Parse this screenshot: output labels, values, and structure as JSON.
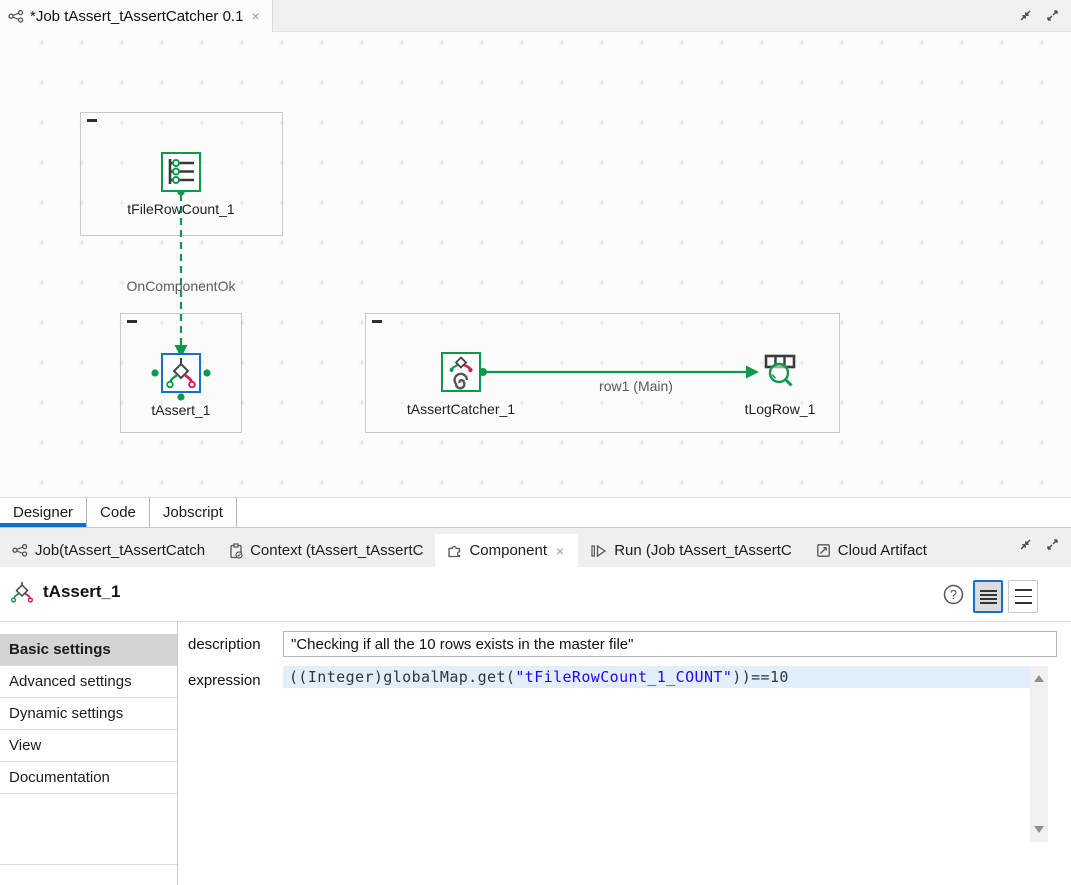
{
  "editor_tab": {
    "title": "*Job tAssert_tAssertCatcher 0.1",
    "close": "×"
  },
  "canvas": {
    "components": [
      {
        "name": "tFileRowCount_1"
      },
      {
        "name": "tAssert_1",
        "selected": true
      },
      {
        "name": "tAssertCatcher_1"
      },
      {
        "name": "tLogRow_1"
      }
    ],
    "connections": [
      {
        "label": "OnComponentOk",
        "type": "trigger",
        "style": "dashed"
      },
      {
        "label": "row1 (Main)",
        "type": "row",
        "style": "solid"
      }
    ]
  },
  "designer_tabs": [
    {
      "label": "Designer",
      "active": true
    },
    {
      "label": "Code",
      "active": false
    },
    {
      "label": "Jobscript",
      "active": false
    }
  ],
  "view_tabs": [
    {
      "label": "Job(tAssert_tAssertCatch",
      "active": false
    },
    {
      "label": "Context (tAssert_tAssertC",
      "active": false
    },
    {
      "label": "Component",
      "active": true,
      "close": "×"
    },
    {
      "label": "Run (Job tAssert_tAssertC",
      "active": false
    },
    {
      "label": "Cloud Artifact",
      "active": false
    }
  ],
  "component_panel": {
    "title": "tAssert_1",
    "sidebar": [
      {
        "label": "Basic settings",
        "active": true
      },
      {
        "label": "Advanced settings",
        "active": false
      },
      {
        "label": "Dynamic settings",
        "active": false
      },
      {
        "label": "View",
        "active": false
      },
      {
        "label": "Documentation",
        "active": false
      }
    ],
    "fields": {
      "description_label": "description",
      "description_value": "\"Checking if all the 10 rows exists in the master file\"",
      "expression_label": "expression",
      "expression": {
        "prefix": "((Integer)globalMap.get(",
        "string": "\"tFileRowCount_1_COUNT\"",
        "suffix": "))==10"
      }
    }
  },
  "icons": {
    "job-icon": "branch-nodes",
    "context-icon": "clipboard-check",
    "component-icon": "puzzle-piece",
    "run-icon": "play-outline",
    "cloud-artifact-icon": "box-arrow",
    "restore-icon": "arrows-in",
    "maximize-icon": "arrows-out",
    "help-icon": "question-circle",
    "close-icon": "×"
  },
  "colors": {
    "accent_blue": "#1270c8",
    "talend_green": "#0b9a4b",
    "assert_red": "#d01f5e",
    "line_highlight": "#e0effa",
    "tabbar_gray": "#f0f0f0"
  }
}
